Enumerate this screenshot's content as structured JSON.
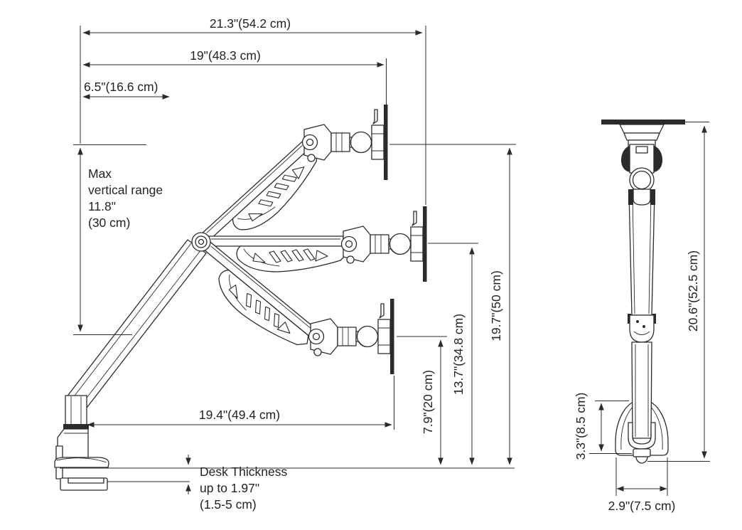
{
  "side_view": {
    "dims": {
      "width_max": "21.3\"(54.2 cm)",
      "width_extended": "19\"(48.3 cm)",
      "width_base": "6.5\"(16.6 cm)",
      "reach": "19.4\"(49.4 cm)",
      "height_low": "7.9\"(20 cm)",
      "height_mid": "13.7\"(34.8 cm)",
      "height_high": "19.7\"(50 cm)"
    },
    "max_vertical_range_lines": [
      "Max",
      "vertical range",
      "11.8\"",
      "(30 cm)"
    ],
    "desk_thickness_lines": [
      "Desk Thickness",
      "up to 1.97\"",
      "(1.5-5 cm)"
    ]
  },
  "front_view": {
    "dims": {
      "height": "20.6\"(52.5 cm)",
      "base_height": "3.3\"(8.5 cm)",
      "base_width": "2.9\"(7.5 cm)"
    }
  },
  "style": {
    "line_color": "#2b2b2b",
    "text_color": "#232323",
    "background": "#ffffff"
  }
}
